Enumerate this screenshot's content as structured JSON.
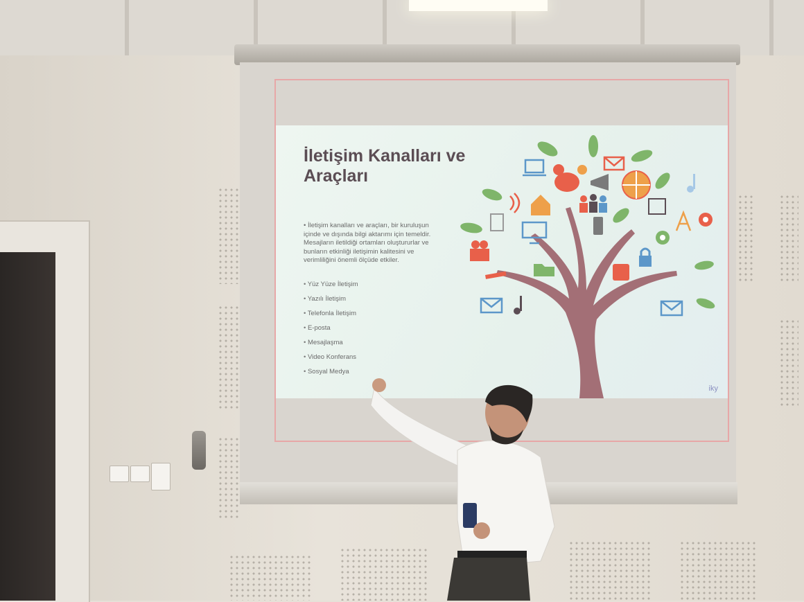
{
  "slide": {
    "title": "İletişim Kanalları ve Araçları",
    "intro": "İletişim kanalları ve araçları, bir kuruluşun içinde ve dışında bilgi aktarımı için temeldir. Mesajların iletildiği ortamları oluştururlar ve bunların etkinliği iletişimin kalitesini ve verimliliğini önemli ölçüde etkiler.",
    "bullets": [
      "Yüz Yüze İletişim",
      "Yazılı İletişim",
      "Telefonla İletişim",
      "E-posta",
      "Mesajlaşma",
      "Video Konferans",
      "Sosyal Medya"
    ],
    "corner_logo": "iky"
  },
  "colors": {
    "title": "#5b4d54",
    "tree_trunk": "#a36f76",
    "accent_red": "#e8604a",
    "accent_blue": "#5c97c9",
    "accent_green": "#7fb56a",
    "accent_orange": "#eea04a"
  },
  "icons": [
    "laptop-icon",
    "bird-icon",
    "envelope-icon",
    "lightbulb-icon",
    "megaphone-icon",
    "globe-icon",
    "music-note-icon",
    "document-icon",
    "house-icon",
    "people-icon",
    "wifi-icon",
    "calculator-icon",
    "monitor-icon",
    "phone-icon",
    "camera-icon",
    "folder-icon",
    "lock-icon",
    "rss-icon",
    "gear-icon",
    "antenna-icon",
    "wrench-icon",
    "leaf-icon"
  ]
}
